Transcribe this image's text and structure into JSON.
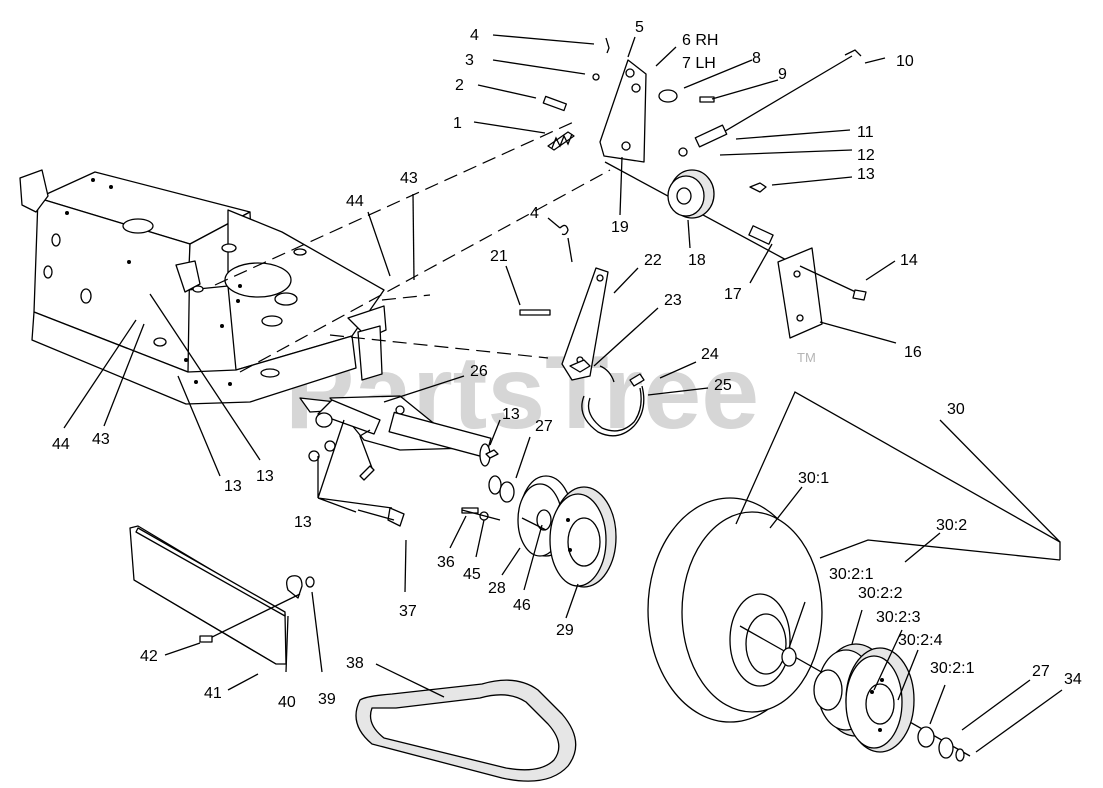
{
  "watermark": {
    "text": "PartsTree",
    "trademark": "TM"
  },
  "callouts": {
    "c1": "1",
    "c2": "2",
    "c3": "3",
    "c4a": "4",
    "c5": "5",
    "c6": "6 RH",
    "c7": "7 LH",
    "c8": "8",
    "c9": "9",
    "c10": "10",
    "c11": "11",
    "c12": "12",
    "c13a": "13",
    "c14": "14",
    "c16": "16",
    "c17": "17",
    "c18": "18",
    "c19": "19",
    "c43a": "43",
    "c44a": "44",
    "c4b": "4",
    "c21": "21",
    "c22": "22",
    "c23": "23",
    "c24": "24",
    "c25": "25",
    "c26": "26",
    "c13b": "13",
    "c27a": "27",
    "c30": "30",
    "c30_1": "30:1",
    "c30_2": "30:2",
    "c44b": "44",
    "c43b": "43",
    "c13c": "13",
    "c13d": "13",
    "c13e": "13",
    "c36": "36",
    "c45": "45",
    "c28": "28",
    "c46": "46",
    "c29": "29",
    "c37": "37",
    "c30_2_1a": "30:2:1",
    "c30_2_2": "30:2:2",
    "c30_2_3": "30:2:3",
    "c30_2_4": "30:2:4",
    "c30_2_1b": "30:2:1",
    "c27b": "27",
    "c34": "34",
    "c42": "42",
    "c41": "41",
    "c40": "40",
    "c39": "39",
    "c38": "38"
  }
}
